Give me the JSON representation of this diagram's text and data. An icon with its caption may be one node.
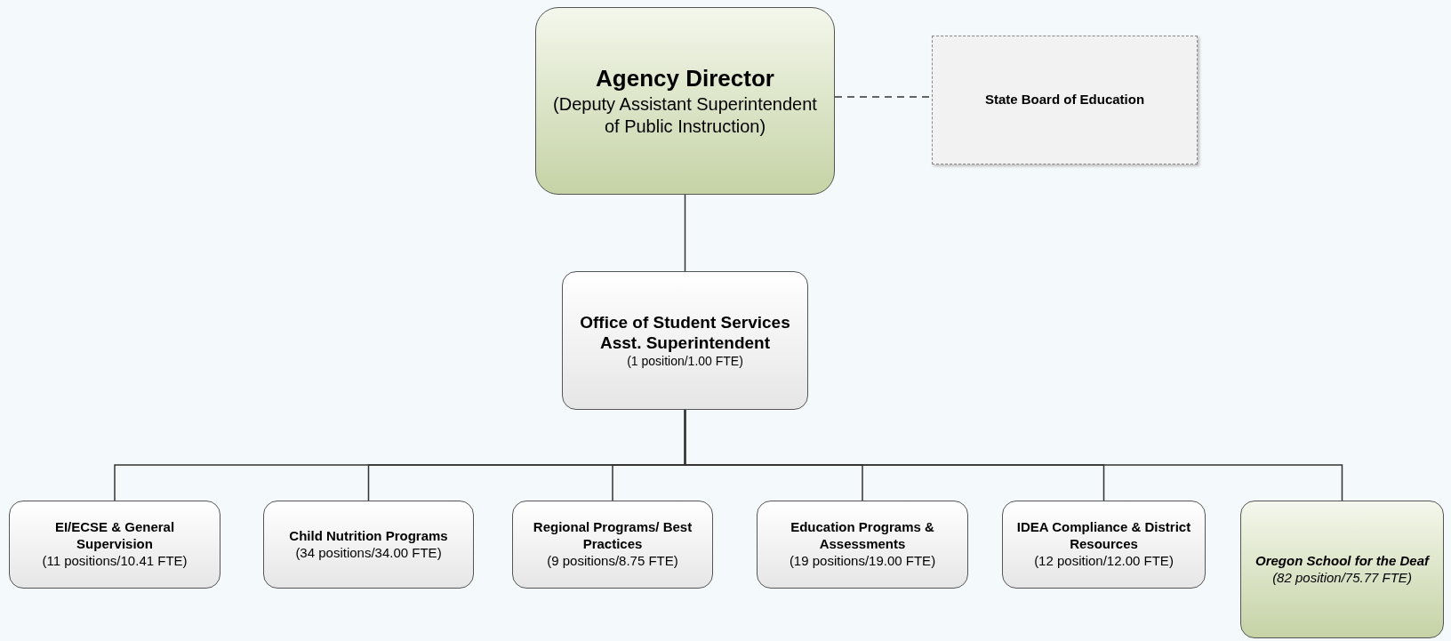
{
  "diagram": {
    "nodes": [
      {
        "text": [
          "Agency Director",
          "(Deputy Assistant Superintendent of Public Instruction)"
        ]
      },
      {
        "text": [
          "State Board of Education"
        ]
      },
      {
        "text": [
          "Office of Student Services",
          "Asst. Superintendent",
          "(1 position/1.00 FTE)"
        ]
      },
      {
        "text": [
          "EI/ECSE & General Supervision",
          "(11 positions/10.41 FTE)"
        ]
      },
      {
        "text": [
          "Child Nutrition Programs",
          "(34 positions/34.00 FTE)"
        ]
      },
      {
        "text": [
          "Regional Programs/ Best Practices",
          "(9 positions/8.75 FTE)"
        ]
      },
      {
        "text": [
          "Education Programs & Assessments",
          "(19 positions/19.00 FTE)"
        ]
      },
      {
        "text": [
          "IDEA Compliance & District Resources",
          "(12 position/12.00 FTE)"
        ]
      },
      {
        "text": [
          "Oregon School for the Deaf",
          "(82 position/75.77 FTE)"
        ]
      }
    ],
    "edges": [
      {
        "from": 0,
        "to": 1,
        "arrow": "none",
        "style": "dashed"
      },
      {
        "from": 0,
        "to": 2,
        "arrow": "none"
      },
      {
        "from": 2,
        "to": 3,
        "arrow": "none"
      },
      {
        "from": 2,
        "to": 4,
        "arrow": "none"
      },
      {
        "from": 2,
        "to": 5,
        "arrow": "none"
      },
      {
        "from": 2,
        "to": 6,
        "arrow": "none"
      },
      {
        "from": 2,
        "to": 7,
        "arrow": "none"
      },
      {
        "from": 2,
        "to": 8,
        "arrow": "none"
      }
    ]
  }
}
